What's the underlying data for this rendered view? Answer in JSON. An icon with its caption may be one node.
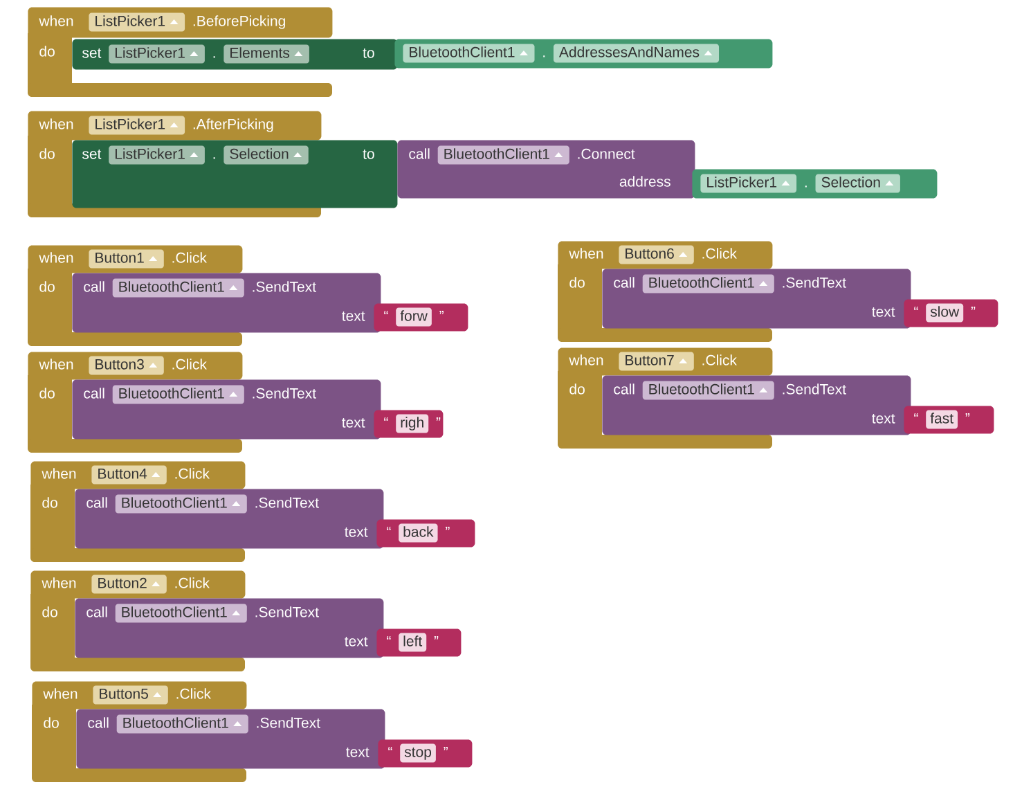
{
  "diagram": {
    "nodes": [
      {
        "text": [
          "when",
          "ListPicker1",
          ".BeforePicking",
          "do"
        ]
      },
      {
        "text": [
          "set",
          "ListPicker1",
          ".",
          "Elements",
          "to"
        ]
      },
      {
        "text": [
          "BluetoothClient1",
          ".",
          "AddressesAndNames"
        ]
      },
      {
        "text": [
          "when",
          "ListPicker1",
          ".AfterPicking",
          "do"
        ]
      },
      {
        "text": [
          "set",
          "ListPicker1",
          ".",
          "Selection",
          "to"
        ]
      },
      {
        "text": [
          "call",
          "BluetoothClient1",
          ".Connect",
          "address"
        ]
      },
      {
        "text": [
          "ListPicker1",
          ".",
          "Selection"
        ]
      },
      {
        "text": [
          "when",
          "Button1",
          ".Click",
          "do"
        ]
      },
      {
        "text": [
          "call",
          "BluetoothClient1",
          ".SendText",
          "text"
        ]
      },
      {
        "text": [
          "“",
          "forw",
          "”"
        ]
      },
      {
        "text": [
          "when",
          "Button6",
          ".Click",
          "do"
        ]
      },
      {
        "text": [
          "call",
          "BluetoothClient1",
          ".SendText",
          "text"
        ]
      },
      {
        "text": [
          "“",
          "slow",
          "”"
        ]
      },
      {
        "text": [
          "when",
          "Button3",
          ".Click",
          "do"
        ]
      },
      {
        "text": [
          "call",
          "BluetoothClient1",
          ".SendText",
          "text"
        ]
      },
      {
        "text": [
          "“",
          "righ",
          "”"
        ]
      },
      {
        "text": [
          "when",
          "Button7",
          ".Click",
          "do"
        ]
      },
      {
        "text": [
          "call",
          "BluetoothClient1",
          ".SendText",
          "text"
        ]
      },
      {
        "text": [
          "“",
          "fast",
          "”"
        ]
      },
      {
        "text": [
          "when",
          "Button4",
          ".Click",
          "do"
        ]
      },
      {
        "text": [
          "call",
          "BluetoothClient1",
          ".SendText",
          "text"
        ]
      },
      {
        "text": [
          "“",
          "back",
          "”"
        ]
      },
      {
        "text": [
          "when",
          "Button2",
          ".Click",
          "do"
        ]
      },
      {
        "text": [
          "call",
          "BluetoothClient1",
          ".SendText",
          "text"
        ]
      },
      {
        "text": [
          "“",
          "left",
          "”"
        ]
      },
      {
        "text": [
          "when",
          "Button5",
          ".Click",
          "do"
        ]
      },
      {
        "text": [
          "call",
          "BluetoothClient1",
          ".SendText",
          "text"
        ]
      },
      {
        "text": [
          "“",
          "stop",
          "”"
        ]
      }
    ]
  }
}
